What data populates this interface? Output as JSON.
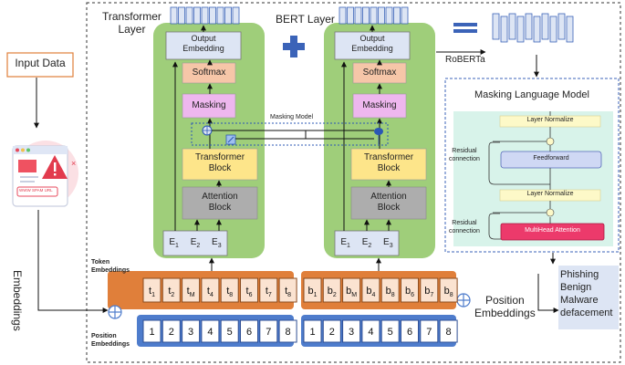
{
  "input": {
    "title": "Input Data",
    "url_label": "WWW SPAM URL"
  },
  "left_panel": {
    "title_line1": "Transformer",
    "title_line2": "Layer"
  },
  "right_panel": {
    "title": "BERT Layer"
  },
  "blocks": {
    "output_embedding_line1": "Output",
    "output_embedding_line2": "Embedding",
    "softmax": "Softmax",
    "masking": "Masking",
    "transformer_block_line1": "Transformer",
    "transformer_block_line2": "Block",
    "attention_block_line1": "Attention",
    "attention_block_line2": "Block"
  },
  "masking_model_label": "Masking Model",
  "e_labels": [
    "E",
    "E",
    "E"
  ],
  "e_subs": [
    "1",
    "2",
    "3"
  ],
  "roberta": {
    "label": "RoBERTa"
  },
  "mlm": {
    "title": "Masking Language Model",
    "layer_norm": "Layer Normalize",
    "feedforward": "Feedforward",
    "multihead": "MultiHead Attention",
    "residual_line1": "Residual",
    "residual_line2": "connection"
  },
  "side_labels": {
    "embeddings": "Embeddings",
    "token_embeddings_line1": "Token",
    "token_embeddings_line2": "Embeddings",
    "position_embeddings_line1": "Position",
    "position_embeddings_line2": "Embeddings",
    "position_embeddings_right_line1": "Position",
    "position_embeddings_right_line2": "Embeddings"
  },
  "tokens_t": {
    "base": [
      "t",
      "t",
      "t",
      "t",
      "t",
      "t",
      "t",
      "t"
    ],
    "subs": [
      "1",
      "2",
      "M",
      "4",
      "8",
      "6",
      "7",
      "8"
    ]
  },
  "tokens_b": {
    "base": [
      "b",
      "b",
      "b",
      "b",
      "b",
      "b",
      "b",
      "b"
    ],
    "subs": [
      "1",
      "2",
      "M",
      "4",
      "8",
      "6",
      "7",
      "8"
    ]
  },
  "positions": [
    "1",
    "2",
    "3",
    "4",
    "5",
    "6",
    "7",
    "8"
  ],
  "classes": [
    "Phishing",
    "Benign",
    "Malware",
    "defacement"
  ],
  "colors": {
    "green_panel": "#9fce7a",
    "output_embedding": "#dde5f4",
    "softmax": "#f6c6a8",
    "masking": "#eeb7ee",
    "transformer_block": "#fde58a",
    "attention_block": "#adadad",
    "token_bar": "#e07f3a",
    "position_bar": "#4e7ccc",
    "mlm_inner": "#d8f3ea",
    "classes_box": "#dde5f4"
  }
}
